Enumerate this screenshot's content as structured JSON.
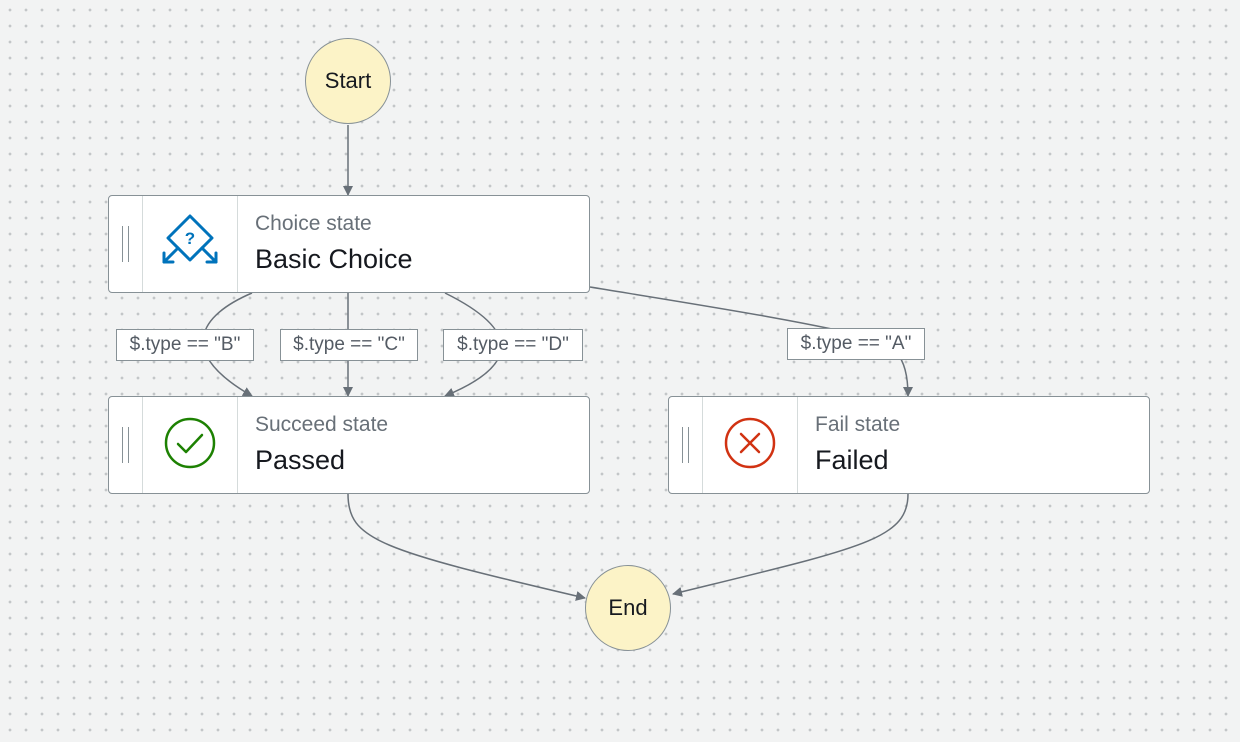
{
  "nodes": {
    "start": {
      "label": "Start"
    },
    "end": {
      "label": "End"
    },
    "choice": {
      "type_label": "Choice state",
      "name": "Basic Choice",
      "icon": "choice-icon"
    },
    "succeed": {
      "type_label": "Succeed state",
      "name": "Passed",
      "icon": "check-circle-icon"
    },
    "fail": {
      "type_label": "Fail state",
      "name": "Failed",
      "icon": "x-circle-icon"
    }
  },
  "edges": {
    "labels": {
      "b": "$.type == \"B\"",
      "c": "$.type == \"C\"",
      "d": "$.type == \"D\"",
      "a": "$.type == \"A\""
    }
  },
  "colors": {
    "start_end_fill": "#fcf3c7",
    "node_border": "#879196",
    "edge": "#687078",
    "choice_icon": "#0073bb",
    "success_icon": "#1d8102",
    "fail_icon": "#d13212"
  }
}
